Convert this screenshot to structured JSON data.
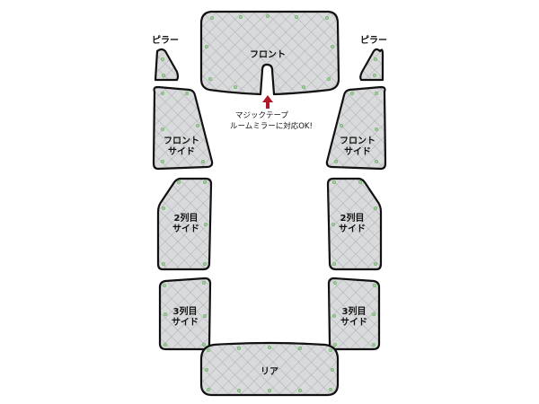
{
  "colors": {
    "panel_fill": "#d9dadb",
    "panel_stroke": "#111111",
    "quilt_line": "#a9abae",
    "stud": "#9ed29a",
    "arrow": "#b0182a"
  },
  "panels": {
    "front": "フロント",
    "pillar_left": "ピラー",
    "pillar_right": "ピラー",
    "front_side_left": [
      "フロント",
      "サイド"
    ],
    "front_side_right": [
      "フロント",
      "サイド"
    ],
    "row2_left": [
      "2列目",
      "サイド"
    ],
    "row2_right": [
      "2列目",
      "サイド"
    ],
    "row3_left": [
      "3列目",
      "サイド"
    ],
    "row3_right": [
      "3列目",
      "サイド"
    ],
    "rear": "リア"
  },
  "annotation": {
    "line1": "マジックテープ",
    "line2": "ルームミラーに対応OK!",
    "arrow_icon": "arrow-up-icon"
  }
}
